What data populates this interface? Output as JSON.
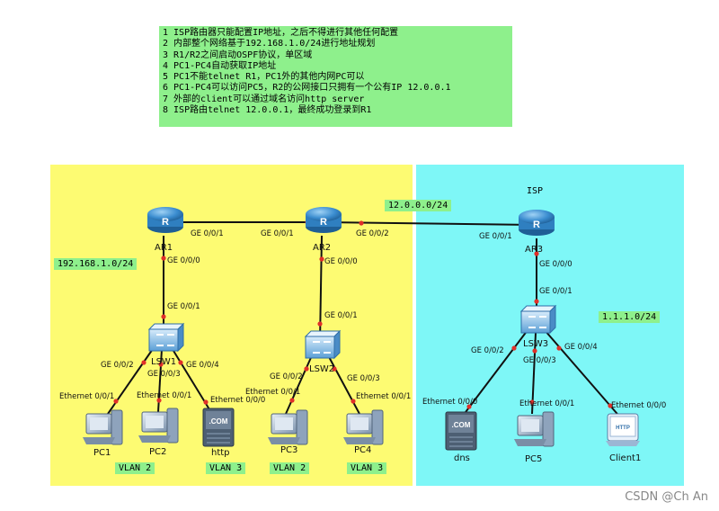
{
  "requirements": [
    "1 ISP路由器只能配置IP地址，之后不得进行其他任何配置",
    "2 内部整个网络基于192.168.1.0/24进行地址规划",
    "3 R1/R2之间启动OSPF协议，单区域",
    "4 PC1-PC4自动获取IP地址",
    "5 PC1不能telnet R1，PC1外的其他内网PC可以",
    "6 PC1-PC4可以访问PC5，R2的公网接口只拥有一个公有IP 12.0.0.1",
    "7 外部的client可以通过域名访问http server",
    "8 ISP路由telnet 12.0.0.1，最终成功登录到R1"
  ],
  "subnets": {
    "internal": "192.168.1.0/24",
    "wan": "12.0.0.0/24",
    "isp_lan": "1.1.1.0/24"
  },
  "isp_label": "ISP",
  "devices": {
    "ar1": "AR1",
    "ar2": "AR2",
    "ar3": "AR3",
    "lsw1": "LSW1",
    "lsw2": "LSW2",
    "lsw3": "LSW3",
    "pc1": "PC1",
    "pc2": "PC2",
    "http": "http",
    "pc3": "PC3",
    "pc4": "PC4",
    "dns": "dns",
    "pc5": "PC5",
    "client1": "Client1"
  },
  "router_glyph": "R",
  "server_glyph": ".COM",
  "client_glyph": "HTTP",
  "ports": {
    "ar1_e": "GE 0/0/1",
    "ar1_s": "GE 0/0/0",
    "ar2_w": "GE 0/0/1",
    "ar2_e": "GE 0/0/2",
    "ar2_s": "GE 0/0/0",
    "ar3_w": "GE 0/0/1",
    "ar3_s": "GE 0/0/0",
    "lsw1_up": "GE 0/0/1",
    "lsw1_2": "GE 0/0/2",
    "lsw1_3": "GE 0/0/3",
    "lsw1_4": "GE 0/0/4",
    "lsw2_up": "GE 0/0/1",
    "lsw2_2": "GE 0/0/2",
    "lsw2_3": "GE 0/0/3",
    "lsw3_up": "GE 0/0/1",
    "lsw3_2": "GE 0/0/2",
    "lsw3_3": "GE 0/0/3",
    "lsw3_4": "GE 0/0/4",
    "pc1_eth": "Ethernet 0/0/1",
    "pc2_eth": "Ethernet 0/0/1",
    "http_eth": "Ethernet 0/0/0",
    "pc3_eth": "Ethernet 0/0/1",
    "pc4_eth": "Ethernet 0/0/1",
    "dns_eth": "Ethernet 0/0/0",
    "pc5_eth": "Ethernet 0/0/1",
    "client1_eth": "Ethernet 0/0/0"
  },
  "vlans": {
    "pc1": "VLAN 2",
    "http": "VLAN 3",
    "pc3": "VLAN 2",
    "pc4": "VLAN 3"
  },
  "credit": "CSDN @Ch An",
  "colors": {
    "internal_zone": "#fdfb72",
    "isp_zone": "#7ef7f7",
    "label_bg": "#8ef08c",
    "router_blue": "#2f7fc0",
    "port_dot": "#e0302a"
  }
}
